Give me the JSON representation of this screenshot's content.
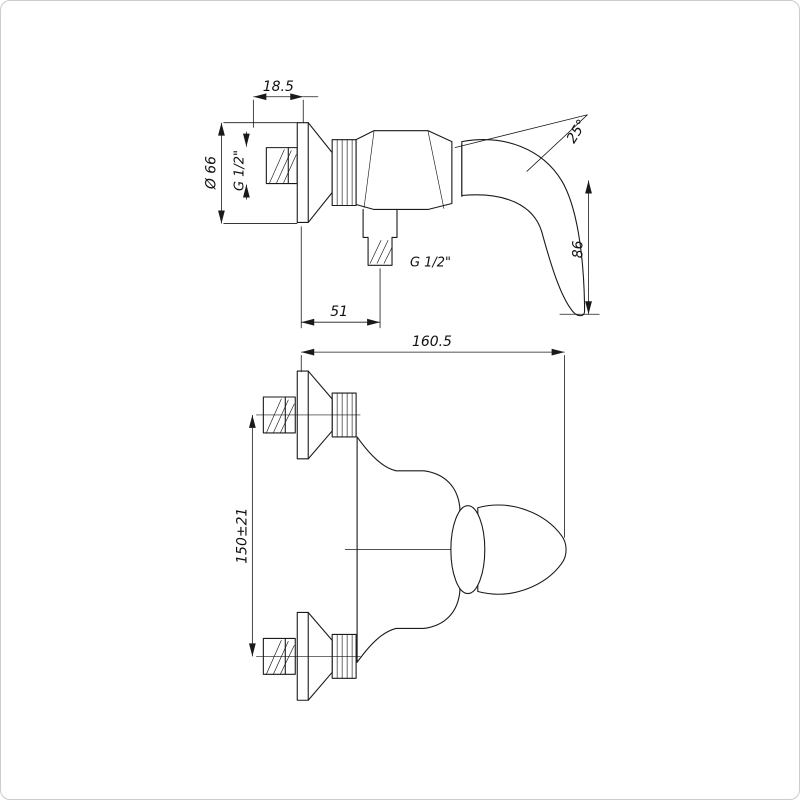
{
  "page": {
    "background": "#ffffff",
    "border_color": "#cccccc",
    "line_color": "#1a1a1a"
  },
  "drawing": {
    "labels": {
      "top_offset": "18.5",
      "flange_diameter": "Ø 66",
      "inlet_thread": "G 1/2\"",
      "handle_angle": "25°",
      "handle_height": "86",
      "spout_offset": "51",
      "outlet_thread": "G  1/2\"",
      "overall_length": "160.5",
      "centers_distance": "150±21"
    }
  }
}
